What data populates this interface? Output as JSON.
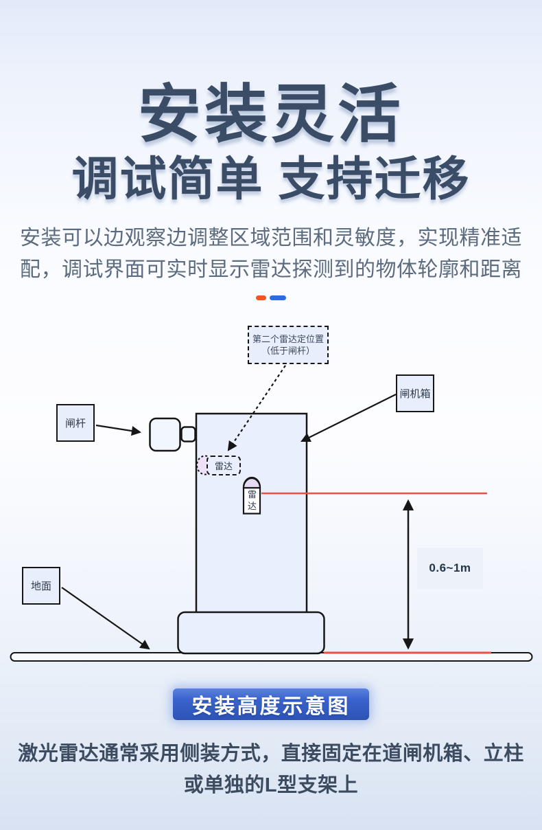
{
  "header": {
    "title_line1": "安装灵活",
    "title_line2": "调试简单 支持迁移",
    "intro_line1": "安装可以边观察边调整区域范围和灵敏度，实现精准适",
    "intro_line2": "配，调试界面可实时显示雷达探测到的物体轮廓和距离"
  },
  "divider": {
    "orange_color": "#f0561f",
    "blue_color": "#2e6ae0"
  },
  "diagram": {
    "second_radar_note": {
      "line1": "第二个雷达定位置",
      "line2": "（低于闸杆）"
    },
    "barrier_arm_label": "闸杆",
    "gate_cabinet_label": "闸机箱",
    "radar_inline_label": "雷达",
    "radar_device_label": "雷达",
    "height_label": "0.6~1m",
    "ground_label": "地面",
    "colors": {
      "beam_red": "#f04f43",
      "cabinet_fill": "#e9effc",
      "label_fill": "#e8eefb",
      "radar_dome_purple": "#e7daf5",
      "outline_black": "#161616"
    }
  },
  "caption": {
    "button_label": "安装高度示意图",
    "button_blue": "#2d53b6"
  },
  "footer": {
    "line1": "激光雷达通常采用侧装方式，直接固定在道闸机箱、立柱",
    "line2": "或单独的L型支架上"
  }
}
